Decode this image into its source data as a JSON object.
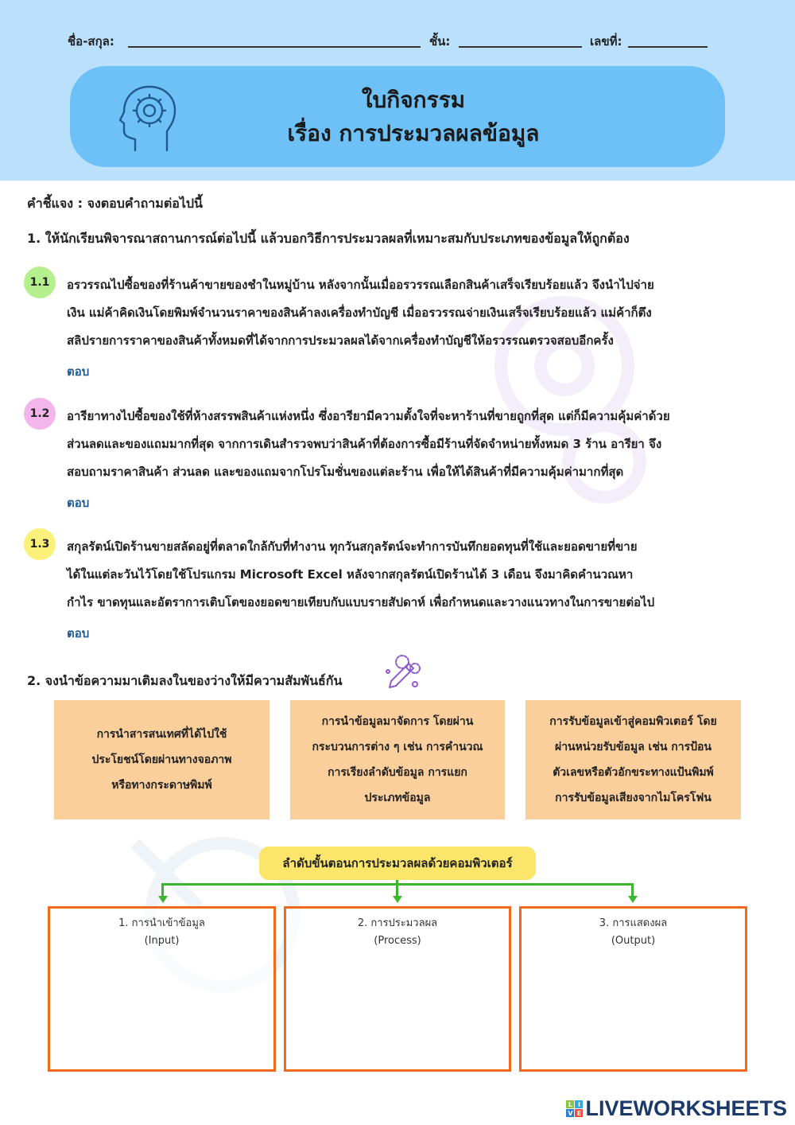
{
  "header": {
    "name_label": "ชื่อ-สกุล:",
    "class_label": "ชั้น:",
    "number_label": "เลขที่:",
    "title_line1": "ใบกิจกรรม",
    "title_line2": "เรื่อง การประมวลผลข้อมูล",
    "icon": "head-gear-icon"
  },
  "instructions": "คำชี้แจง : จงตอบคำถามต่อไปนี้",
  "question1": {
    "prompt": "1. ให้นักเรียนพิจารณาสถานการณ์ต่อไปนี้ แล้วบอกวิธีการประมวลผลที่เหมาะสมกับประเภทของข้อมูลให้ถูกต้อง",
    "items": [
      {
        "badge": "1.1",
        "badge_color": "#b6ef8e",
        "lines": [
          "อรวรรณไปซื้อของที่ร้านค้าขายของชำในหมู่บ้าน หลังจากนั้นเมื่ออรวรรณเลือกสินค้าเสร็จเรียบร้อยแล้ว จึงนำไปจ่าย",
          "เงิน แม่ค้าคิดเงินโดยพิมพ์จำนวนราคาของสินค้าลงเครื่องทำบัญชี เมื่ออรวรรณจ่ายเงินเสร็จเรียบร้อยแล้ว แม่ค้าก็ตึง",
          "สลิปรายการราคาของสินค้าทั้งหมดที่ได้จากการประมวลผลได้จากเครื่องทำบัญชีให้อรวรรณตรวจสอบอีกครั้ง"
        ],
        "answer_label": "ตอบ"
      },
      {
        "badge": "1.2",
        "badge_color": "#f3b5ea",
        "lines": [
          "อารียาทางไปซื้อของใช้ที่ห้างสรรพสินค้าแห่งหนึ่ง ซึ่งอารียามีความตั้งใจที่จะหาร้านที่ขายถูกที่สุด แต่ก็มีความคุ้มค่าด้วย",
          "ส่วนลดและของแถมมากที่สุด จากการเดินสำรวจพบว่าสินค้าที่ต้องการซื้อมีร้านที่จัดจำหน่ายทั้งหมด 3 ร้าน อารียา จึง",
          "สอบถามราคาสินค้า ส่วนลด และของแถมจากโปรโมชั่นของแต่ละร้าน เพื่อให้ได้สินค้าที่มีความคุ้มค่ามากที่สุด"
        ],
        "answer_label": "ตอบ"
      },
      {
        "badge": "1.3",
        "badge_color": "#fbf07a",
        "lines": [
          "สกุลรัตน์เปิดร้านขายสลัดอยู่ที่ตลาดใกล้กับที่ทำงาน ทุกวันสกุลรัตน์จะทำการบันทึกยอดทุนที่ใช้และยอดขายที่ขาย",
          "ได้ในแต่ละวันไว้โดยใช้โปรแกรม Microsoft Excel หลังจากสกุลรัตน์เปิดร้านได้ 3 เดือน จึงมาคิดคำนวณหา",
          "กำไร ขาดทุนและอัตราการเติบโตของยอดขายเทียบกับแบบรายสัปดาห์ เพื่อกำหนดและวางแนวทางในการขายต่อไป"
        ],
        "answer_label": "ตอบ"
      }
    ]
  },
  "question2": {
    "prompt": "2. จงนำข้อความมาเติมลงในของว่างให้มีความสัมพันธ์กัน",
    "icon": "pencil-gears-icon",
    "cards": [
      {
        "lines": [
          "การนำสารสนเทศที่ได้ไปใช้",
          "ประโยชน์โดยผ่านทางจอภาพ",
          "หรือทางกระดาษพิมพ์"
        ]
      },
      {
        "lines": [
          "การนำข้อมูลมาจัดการ โดยผ่าน",
          "กระบวนการต่าง ๆ เช่น การคำนวณ",
          "การเรียงลำดับข้อมูล การแยก",
          "ประเภทข้อมูล"
        ]
      },
      {
        "lines": [
          "การรับข้อมูลเข้าสู่คอมพิวเตอร์ โดย",
          "ผ่านหน่วยรับข้อมูล เช่น การป้อน",
          "ตัวเลขหรือตัวอักขระทางแป้นพิมพ์",
          "การรับข้อมูลเสียงจากไมโครโฟน"
        ]
      }
    ],
    "flow_title": "ลำดับขั้นตอนการประมวลผลด้วยคอมพิวเตอร์",
    "steps": [
      {
        "title": "1. การนำเข้าข้อมูล",
        "subtitle": "(Input)"
      },
      {
        "title": "2. การประมวลผล",
        "subtitle": "(Process)"
      },
      {
        "title": "3. การแสดงผล",
        "subtitle": "(Output)"
      }
    ]
  },
  "footer": {
    "brand": "LIVEWORKSHEETS",
    "logo_letters": [
      "L",
      "I",
      "V",
      "E"
    ]
  },
  "colors": {
    "header_bg": "#bbe0fb",
    "title_pill": "#6ec1f7",
    "answer_text": "#1d5c9b",
    "card_bg": "#fbcf9c",
    "flow_title_bg": "#fbe56b",
    "connector": "#3cb52f",
    "step_border": "#f06a1d",
    "brand": "#1b3a6b"
  }
}
